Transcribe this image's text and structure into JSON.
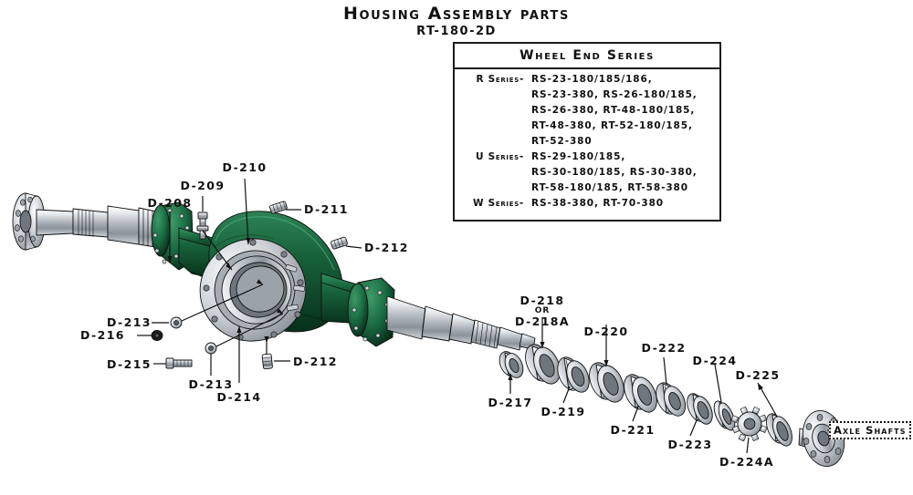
{
  "header": {
    "title": "Housing Assembly parts",
    "subtitle": "RT-180-2D"
  },
  "wheel_end_series_table": {
    "header": "Wheel End Series",
    "rows": [
      {
        "series": "R Series-",
        "models": "RS-23-180/185/186,"
      },
      {
        "series": "",
        "models": "RS-23-380, RS-26-180/185,"
      },
      {
        "series": "",
        "models": "RS-26-380, RT-48-180/185,"
      },
      {
        "series": "",
        "models": "RT-48-380, RT-52-180/185,"
      },
      {
        "series": "",
        "models": "RT-52-380"
      },
      {
        "series": "U Series-",
        "models": "RS-29-180/185,"
      },
      {
        "series": "",
        "models": "RS-30-180/185, RS-30-380,"
      },
      {
        "series": "",
        "models": "RT-58-180/185, RT-58-380"
      },
      {
        "series": "W Series-",
        "models": "RS-38-380, RT-70-380"
      }
    ]
  },
  "callouts": {
    "d208": "D-208",
    "d209": "D-209",
    "d210": "D-210",
    "d211": "D-211",
    "d212_top": "D-212",
    "d212_bottom": "D-212",
    "d213_upper": "D-213",
    "d213_lower": "D-213",
    "d214": "D-214",
    "d215": "D-215",
    "d216": "D-216",
    "d217": "D-217",
    "d218": "D-218",
    "d218_or": "OR",
    "d218a": "D-218A",
    "d219": "D-219",
    "d220": "D-220",
    "d221": "D-221",
    "d222": "D-222",
    "d223": "D-223",
    "d224": "D-224",
    "d224a": "D-224A",
    "d225": "D-225",
    "axle_shafts": "Axle Shafts"
  },
  "colors": {
    "housing_green_dark": "#0c3d22",
    "housing_green": "#17613a",
    "housing_green_light": "#2a7d4e",
    "metal_light": "#e9ebee",
    "metal_mid": "#b9bec4",
    "metal_dark": "#7d848c",
    "outline": "#111111",
    "background": "#ffffff"
  }
}
